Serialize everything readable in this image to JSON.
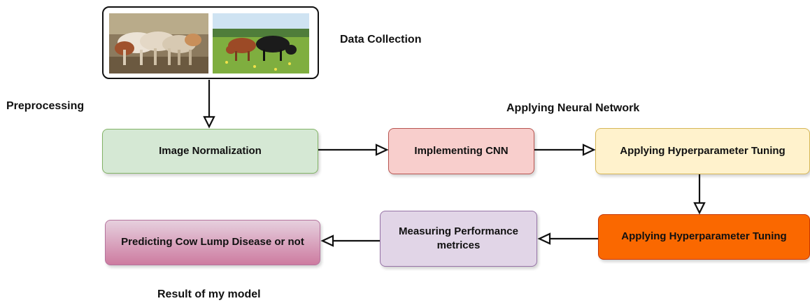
{
  "labels": {
    "data_collection": "Data Collection",
    "preprocessing": "Preprocessing",
    "applying_neural_network": "Applying Neural Network",
    "result": "Result of my model"
  },
  "boxes": {
    "image_normalization": "Image Normalization",
    "implementing_cnn": "Implementing CNN",
    "hyperparameter_tuning_1": "Applying Hyperparameter Tuning",
    "hyperparameter_tuning_2": "Applying Hyperparameter Tuning",
    "measuring_performance_line1": "Measuring Performance",
    "measuring_performance_line2": "metrices",
    "predicting": "Predicting Cow Lump Disease or not"
  },
  "colors": {
    "green": "#d5e8d4",
    "red": "#f8cecc",
    "yellow": "#fff2cc",
    "orange": "#fa6800",
    "purple": "#e1d5e7",
    "pink": "#cd7ba0"
  }
}
